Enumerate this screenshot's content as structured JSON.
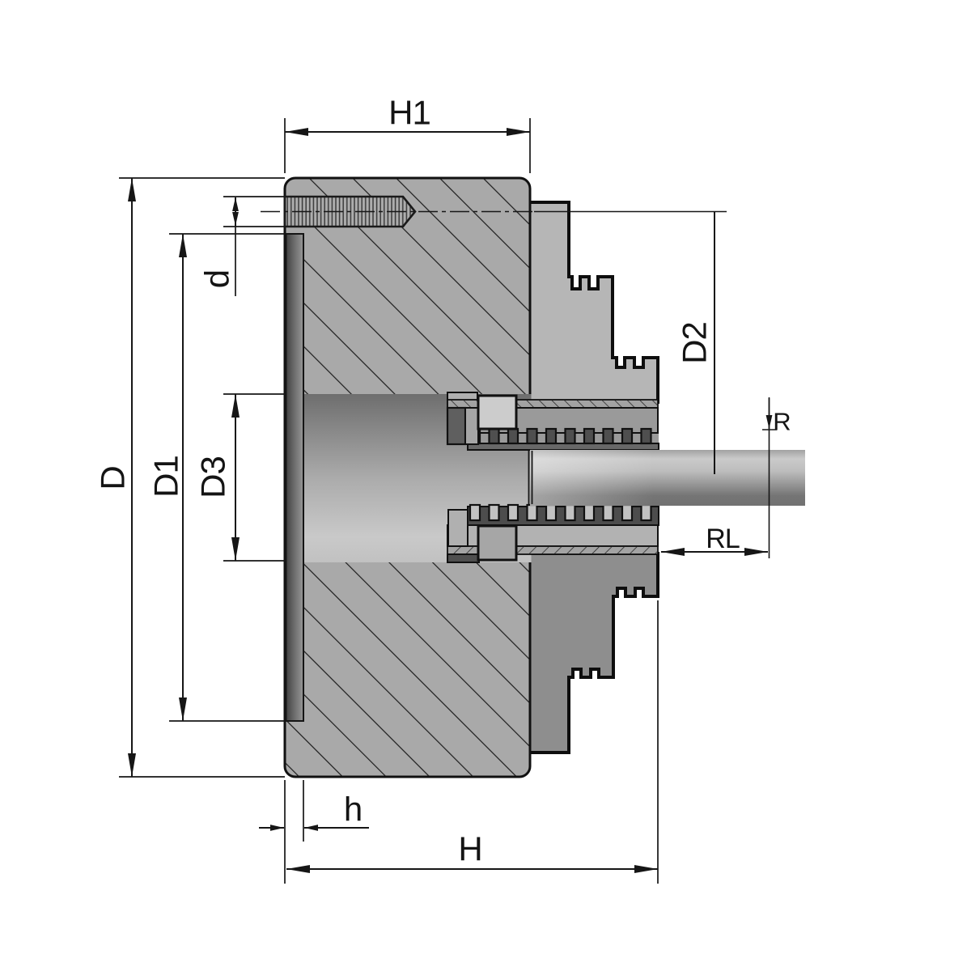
{
  "drawing": {
    "title": "Lathe chuck cross-section technical drawing",
    "subject": "Three-jaw lathe chuck shown in section with stepped jaws clamping a round bar",
    "dimension_labels": {
      "H1": "H1",
      "D": "D",
      "D1": "D1",
      "d": "d",
      "D3": "D3",
      "D2": "D2",
      "R": "R",
      "RL": "RL",
      "h": "h",
      "H": "H"
    },
    "colors": {
      "background": "#ffffff",
      "body_fill": "#a9a9a9",
      "hatch_line": "#1c1c1c",
      "upper_jaw": "#b6b6b6",
      "lower_jaw": "#8e8e8e",
      "outline": "#111111",
      "teeth_dark": "#4f4f4f",
      "teeth_light": "#c2c2c2",
      "backplate_dark": "#414141",
      "rod_mid": "#8a8a8a",
      "dimension_line": "#161616"
    }
  }
}
